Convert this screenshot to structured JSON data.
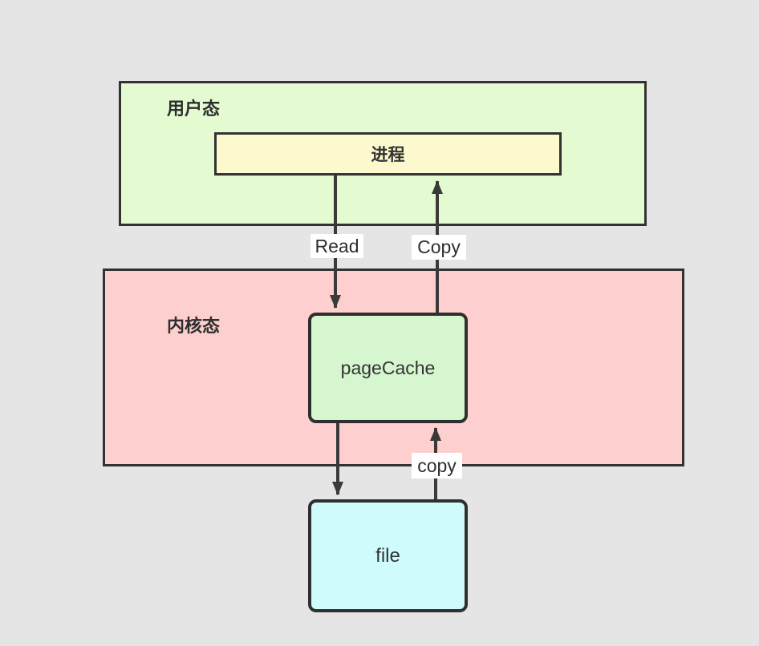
{
  "canvas": {
    "background": "#e5e5e5",
    "border_color": "#333333",
    "arrow_color": "#3a3a3a",
    "edge_label_background": "#ffffff"
  },
  "regions": {
    "user_mode": {
      "label": "用户态",
      "fill": "#e4fbd1"
    },
    "kernel_mode": {
      "label": "内核态",
      "fill": "#fdcfcf"
    }
  },
  "nodes": {
    "process": {
      "label": "进程",
      "fill": "#fdf9cf",
      "region": "user_mode"
    },
    "pagecache": {
      "label": "pageCache",
      "fill": "#d6f6d0",
      "region": "kernel_mode"
    },
    "file": {
      "label": "file",
      "fill": "#cffbfc",
      "region": "none"
    }
  },
  "edges": [
    {
      "id": "read",
      "label": "Read",
      "from": "process",
      "to": "pagecache",
      "direction": "down"
    },
    {
      "id": "copy-to-process",
      "label": "Copy",
      "from": "pagecache",
      "to": "process",
      "direction": "up"
    },
    {
      "id": "pagecache-to-file",
      "label": "",
      "from": "pagecache",
      "to": "file",
      "direction": "down"
    },
    {
      "id": "copy-to-pagecache",
      "label": "copy",
      "from": "file",
      "to": "pagecache",
      "direction": "up"
    }
  ]
}
